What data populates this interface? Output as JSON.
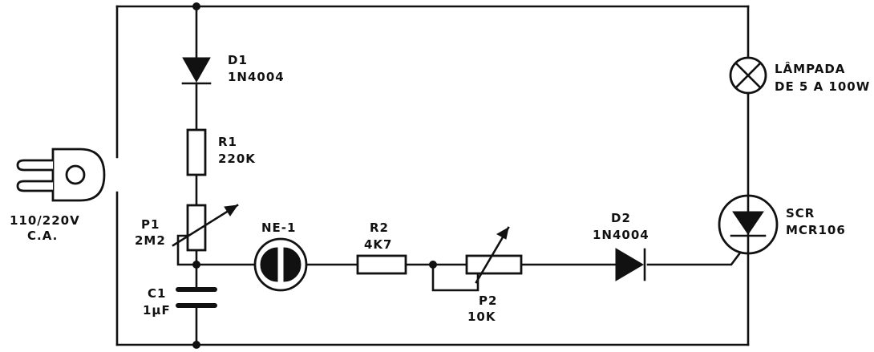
{
  "schematic": {
    "plug": {
      "label": "110/220V",
      "label2": "C.A."
    },
    "d1": {
      "ref": "D1",
      "value": "1N4004"
    },
    "r1": {
      "ref": "R1",
      "value": "220K"
    },
    "p1": {
      "ref": "P1",
      "value": "2M2"
    },
    "c1": {
      "ref": "C1",
      "value": "1µF"
    },
    "ne1": {
      "ref": "NE-1"
    },
    "r2": {
      "ref": "R2",
      "value": "4K7"
    },
    "p2": {
      "ref": "P2",
      "value": "10K"
    },
    "d2": {
      "ref": "D2",
      "value": "1N4004"
    },
    "lamp": {
      "label": "LÂMPADA",
      "label2": "DE 5 A 100W"
    },
    "scr": {
      "ref": "SCR",
      "value": "MCR106"
    }
  }
}
